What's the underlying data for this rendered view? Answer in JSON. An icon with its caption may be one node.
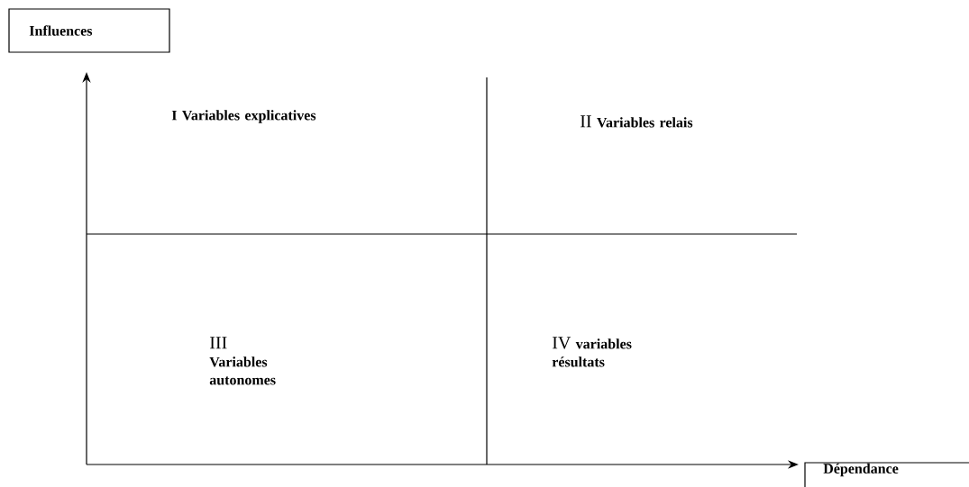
{
  "diagram": {
    "nodes": [
      {
        "text": [
          "Influences"
        ]
      },
      {
        "text": [
          "Dépendance"
        ]
      }
    ],
    "labels": [
      "I   Variables explicatives",
      "II",
      "Variables relais",
      "III",
      "Variables autonomes",
      "IV",
      "variables résultats"
    ]
  }
}
